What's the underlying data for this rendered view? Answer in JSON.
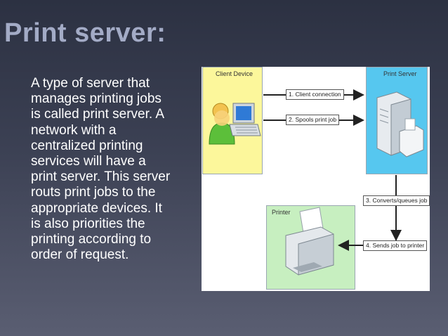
{
  "slide": {
    "title": "Print server:",
    "body_lines": [
      "A type of server that",
      "manages printing jobs",
      "is called print server. A",
      "network with a",
      "centralized printing",
      "services will have a",
      "print server. This server",
      "routs print jobs to the",
      "appropriate devices. It",
      "is also priorities the",
      "printing according to",
      "order of request."
    ]
  },
  "diagram": {
    "client_label": "Client Device",
    "server_label": "Print Server",
    "printer_label": "Printer",
    "steps": [
      "1. Client connection",
      "2. Spools print job",
      "3. Converts/queues job",
      "4. Sends job to printer"
    ],
    "icons": [
      "user-icon",
      "laptop-icon",
      "server-icon",
      "printer-icon"
    ],
    "colors": {
      "client_box": "#fcf79b",
      "server_box": "#56c7ef",
      "printer_box": "#c7efc0",
      "title": "#a3abc6"
    }
  }
}
